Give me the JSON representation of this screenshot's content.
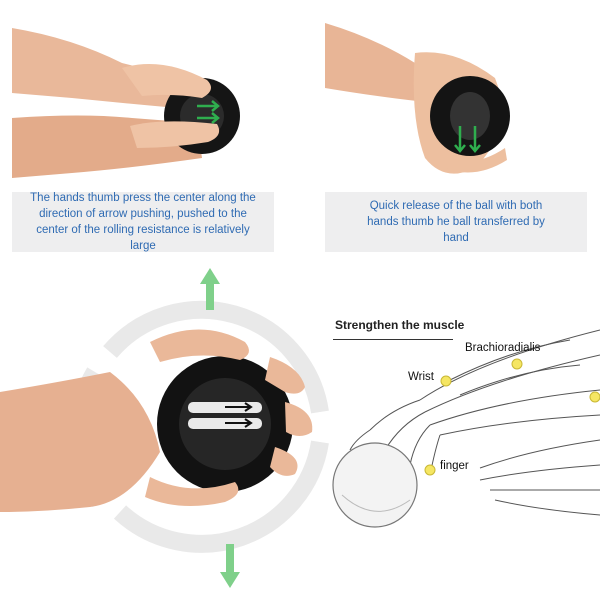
{
  "panels": {
    "top_left": {
      "caption": "The hands thumb press the center along the direction of arrow pushing, pushed to the center of the rolling resistance is relatively large"
    },
    "top_right": {
      "caption": "Quick release of the ball with both hands thumb he ball transferred by hand"
    }
  },
  "anatomy": {
    "heading": "Strengthen the muscle",
    "labels": {
      "brachioradialis": "Brachioradialis",
      "wrist": "Wrist",
      "finger": "finger"
    }
  },
  "colors": {
    "caption_text": "#2f6bb3",
    "caption_bg": "#eeeeef",
    "arrow_green": "#6cc77a",
    "marker_yellow": "#f5e663"
  },
  "icons": [
    "double-arrow-icon",
    "rotation-ring",
    "up-arrow-icon",
    "down-arrow-icon"
  ]
}
